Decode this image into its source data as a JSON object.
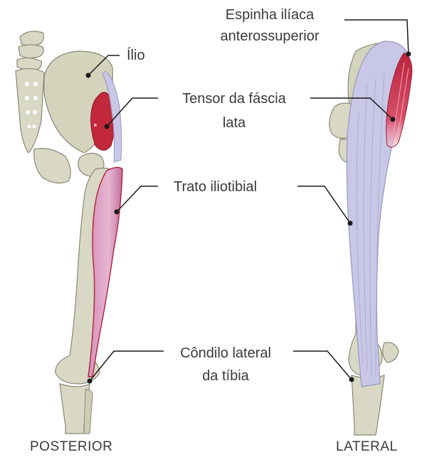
{
  "labels": {
    "ilio": "Ílio",
    "tensor_line1": "Tensor da fáscia",
    "tensor_line2": "lata",
    "trato": "Trato iliotibial",
    "condilo_line1": "Côndilo lateral",
    "condilo_line2": "da tíbia",
    "espinha_line1": "Espinha ilíaca",
    "espinha_line2": "anterossuperior"
  },
  "captions": {
    "left": "POSTERIOR",
    "right": "LATERAL"
  },
  "colors": {
    "bone": "#d9d8c4",
    "bone_shadow": "#c4c3ab",
    "bone_outline": "#8a8975",
    "band": "#c9c7e6",
    "band_outline": "#9a97c4",
    "muscle_red": "#c1283a",
    "muscle_pink": "#d98bb6",
    "leader": "#1a1a1a",
    "text": "#3a3a3a"
  }
}
